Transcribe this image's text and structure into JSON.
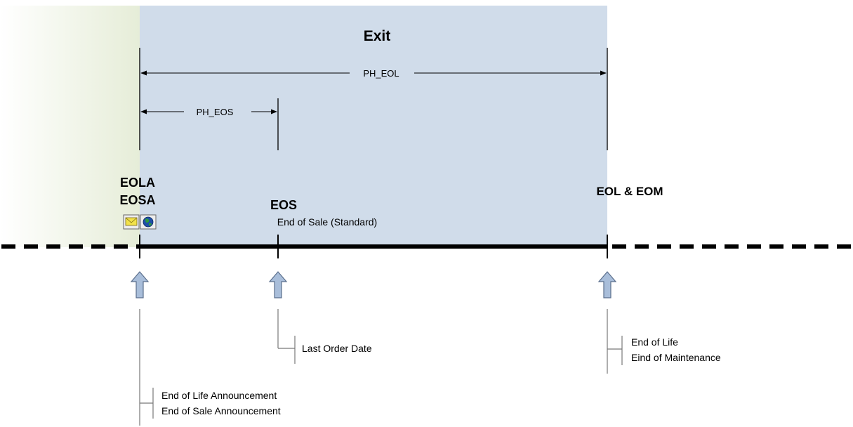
{
  "phase": {
    "title": "Exit"
  },
  "spans": {
    "ph_eol": "PH_EOL",
    "ph_eos": "PH_EOS"
  },
  "milestones": {
    "eola": "EOLA",
    "eosa": "EOSA",
    "eos": "EOS",
    "eos_subtitle": "End of Sale (Standard)",
    "eol_eom": "EOL & EOM"
  },
  "callouts": {
    "announcement_line1": "End of Life Announcement",
    "announcement_line2": "End of Sale Announcement",
    "last_order": "Last Order Date",
    "end_of_life": "End of Life",
    "end_of_maintenance": "Eind of Maintenance"
  },
  "icons": {
    "mail": "envelope-icon",
    "globe": "globe-icon"
  },
  "colors": {
    "phase_fill": "#D0DCEA",
    "gradient_start": "#E8EEDC",
    "arrow_fill": "#A9BEDA",
    "arrow_stroke": "#5A6E8C",
    "envelope": "#F2E24A",
    "globe": "#2E7D32"
  }
}
